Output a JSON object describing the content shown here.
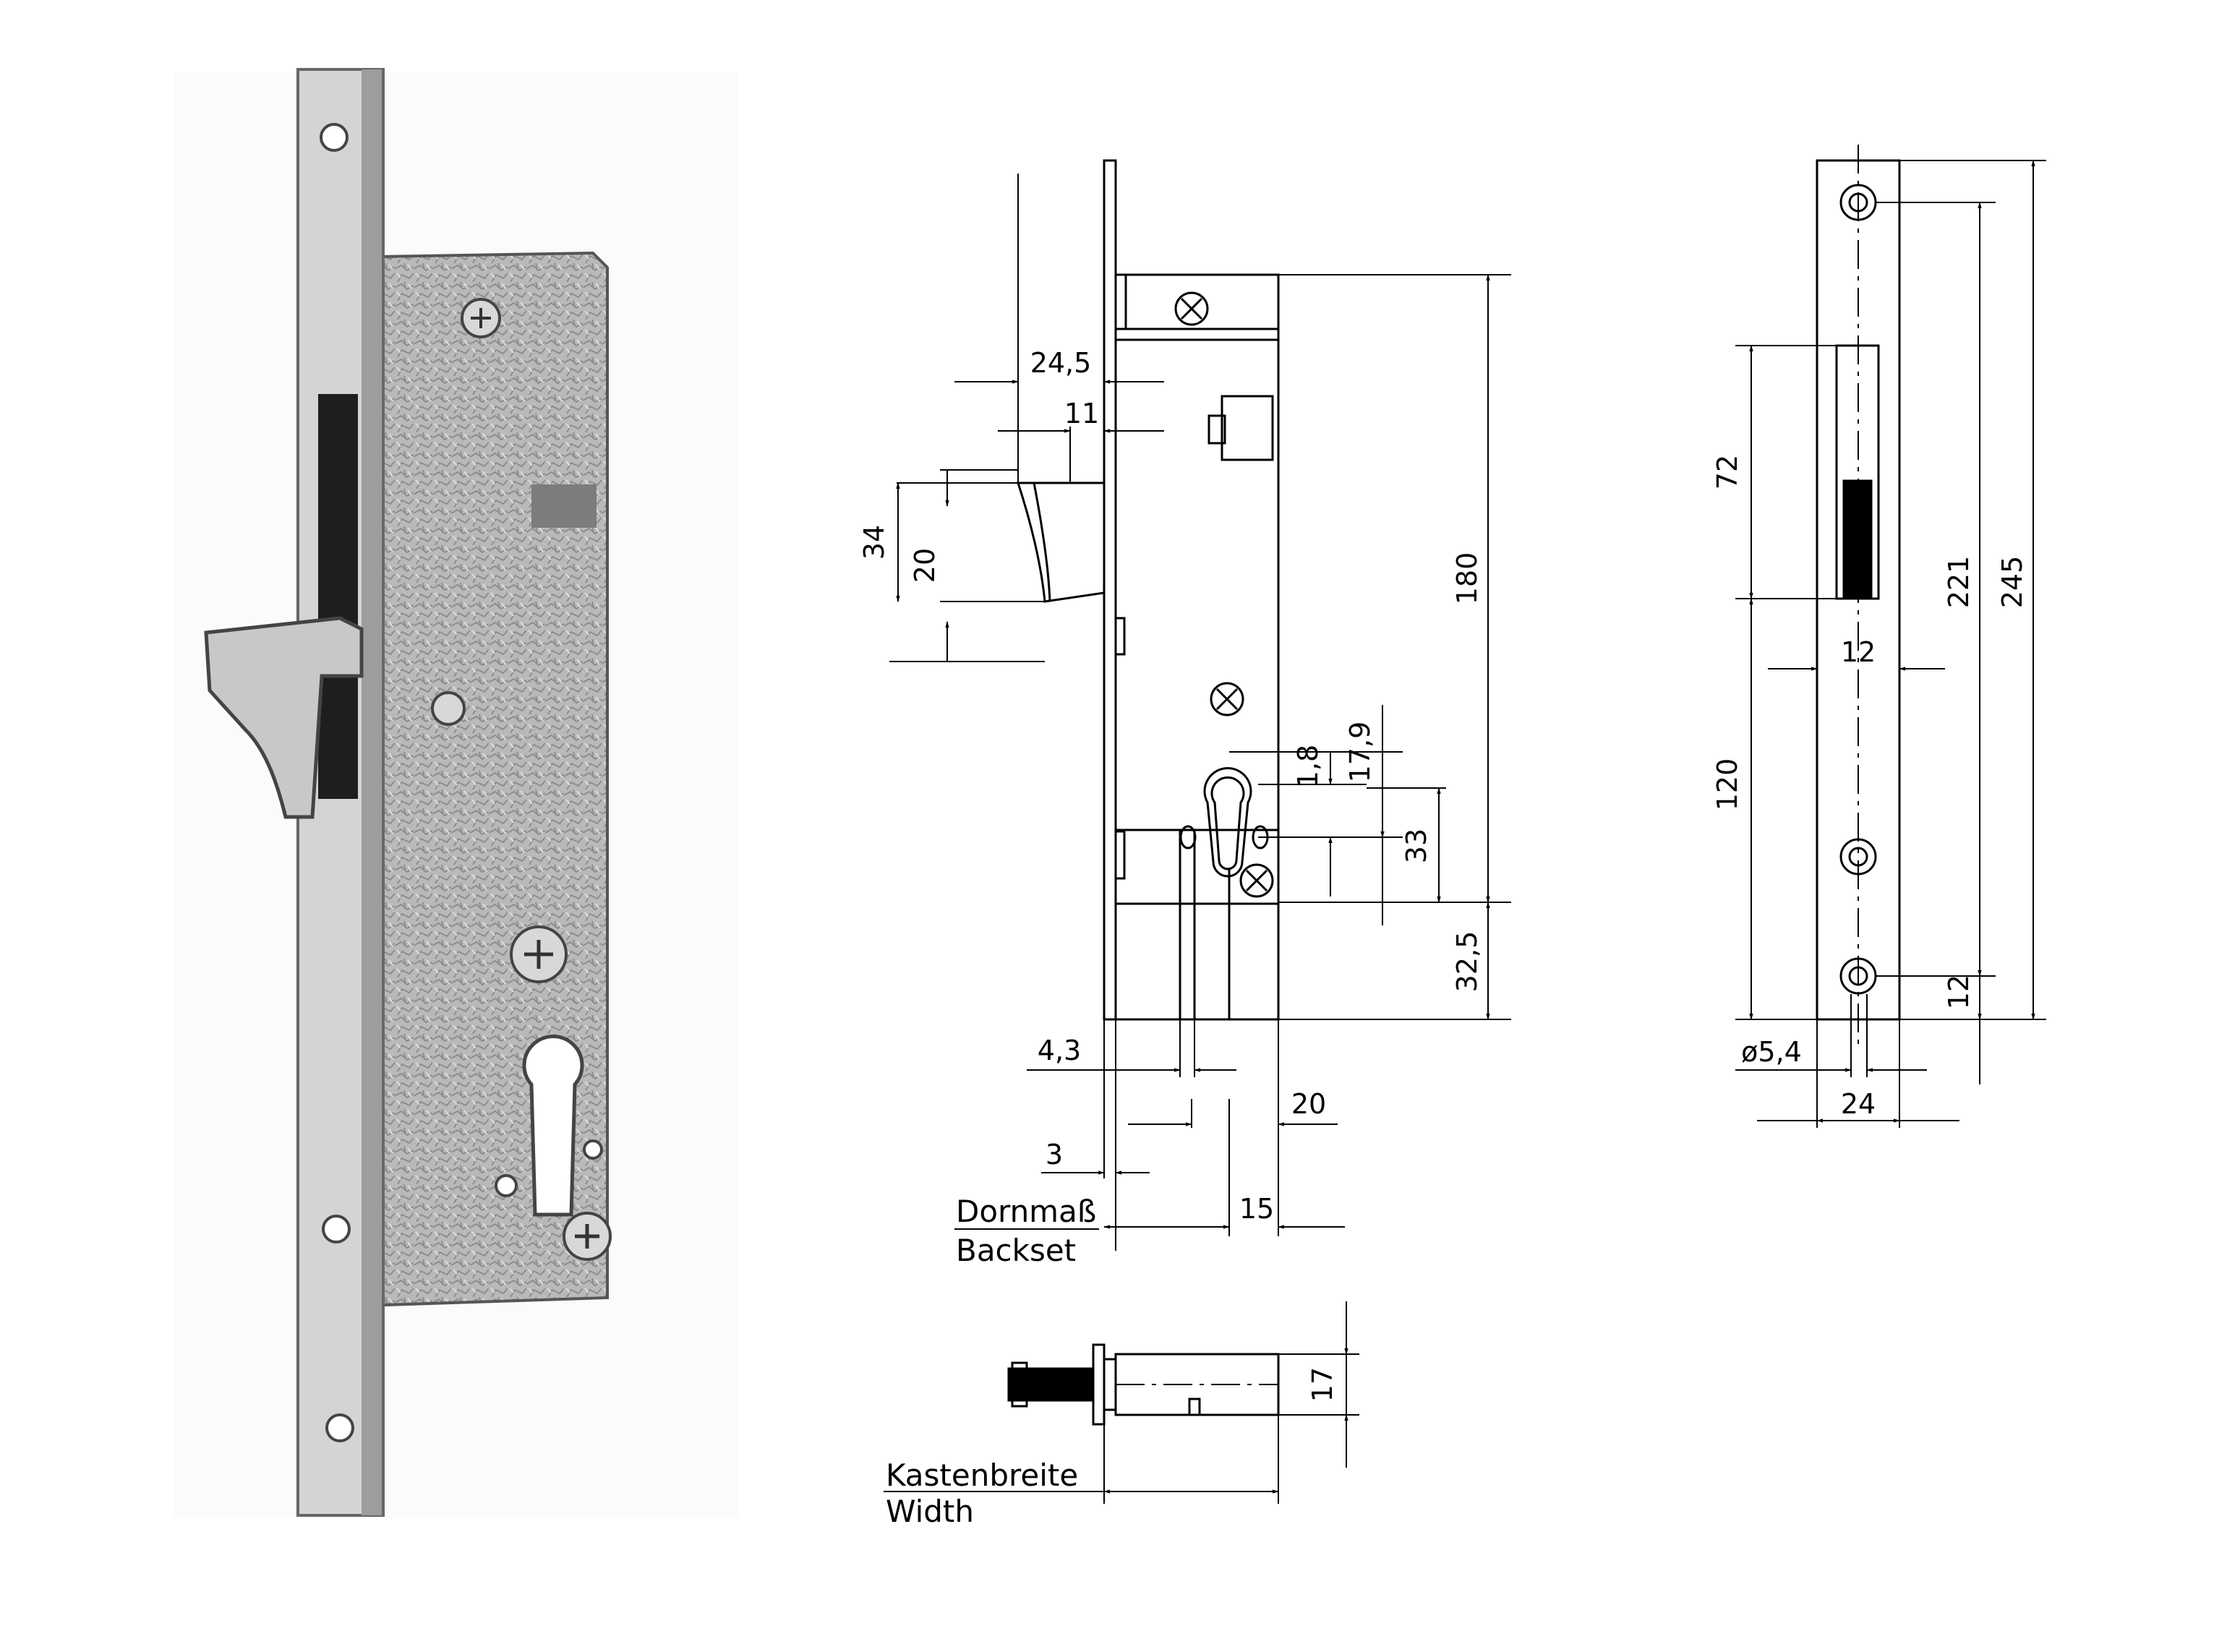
{
  "colors": {
    "line": "#000000",
    "paper": "#ffffff",
    "metal": "#b4b4b4",
    "metal_dark": "#8a8a8a",
    "plate": "#d6d6d6"
  },
  "front_view": {
    "dim_24_5": "24,5",
    "dim_11": "11",
    "dim_34": "34",
    "dim_20_hook": "20",
    "dim_180": "180",
    "dim_1_8": "1,8",
    "dim_17_9": "17,9",
    "dim_33": "33",
    "dim_32_5": "32,5",
    "dim_4_3": "4,3",
    "dim_20_bottom": "20",
    "dim_3": "3",
    "dim_15": "15",
    "label_dornmass": "Dornmaß",
    "label_backset": "Backset"
  },
  "faceplate_view": {
    "dim_72": "72",
    "dim_12_hook": "12",
    "dim_120": "120",
    "dim_221": "221",
    "dim_245": "245",
    "dim_12_bottom": "12",
    "dim_phi_5_4": "ø5,4",
    "dim_24": "24"
  },
  "top_view": {
    "dim_17": "17",
    "label_kastenbreite": "Kastenbreite",
    "label_width": "Width"
  }
}
